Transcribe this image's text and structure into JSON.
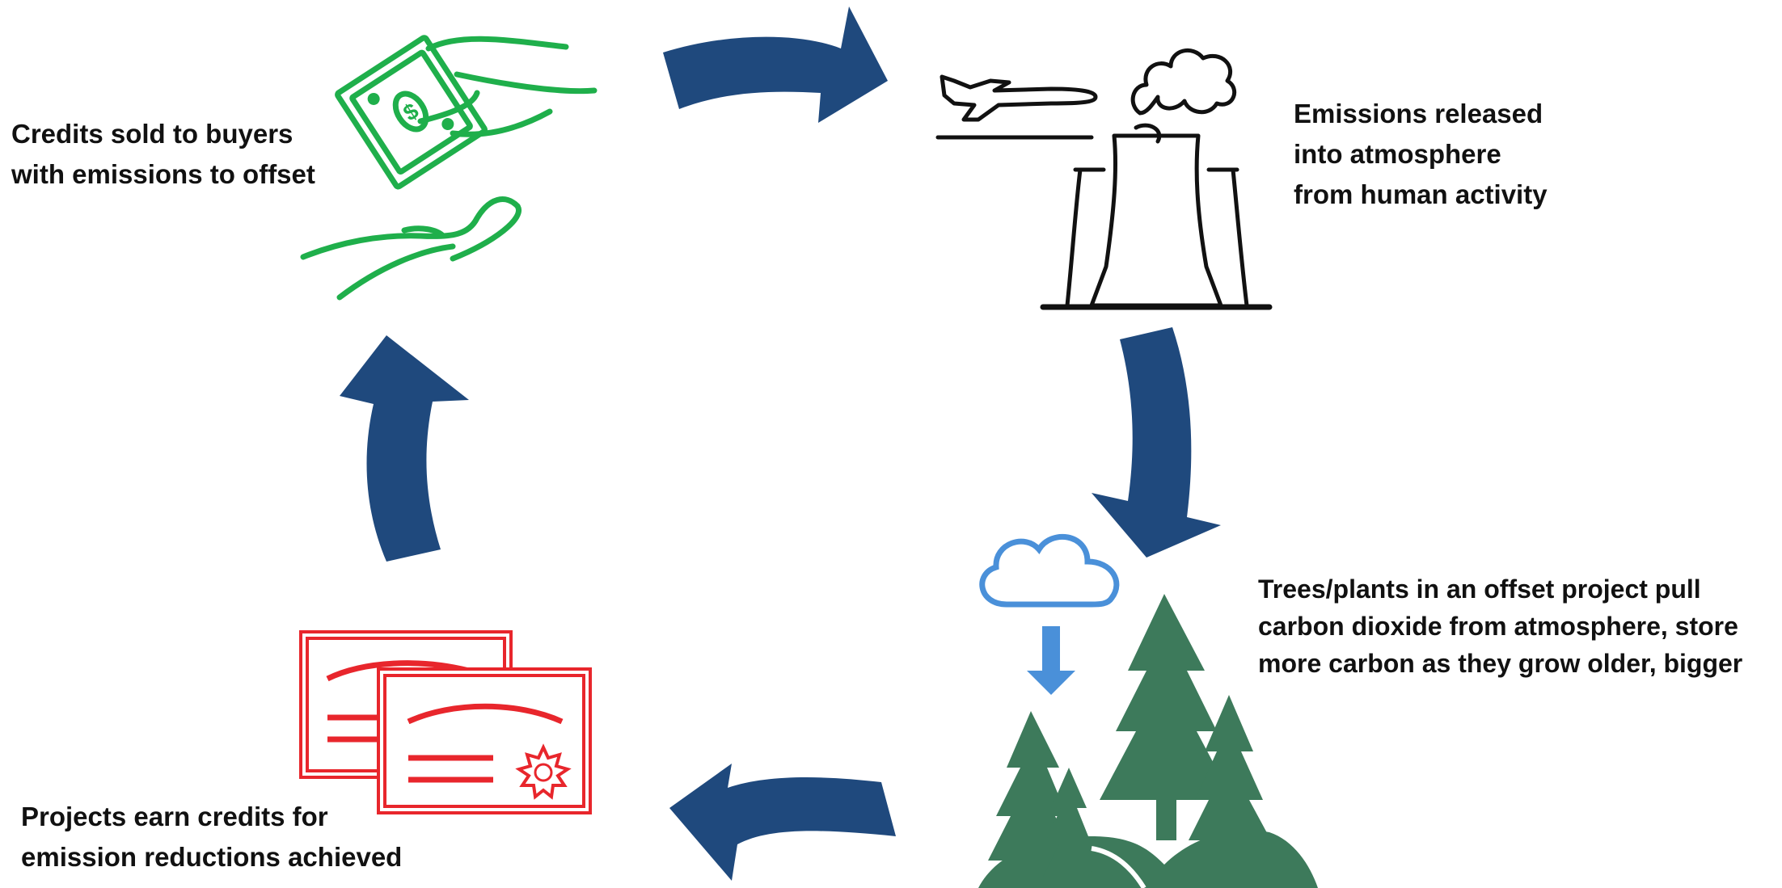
{
  "diagram": {
    "colors": {
      "arrow": "#1f497d",
      "money": "#1faf4b",
      "certificate": "#e8262c",
      "tree": "#3d7a5b",
      "cloud": "#4a90d9",
      "line": "#111111"
    },
    "steps": [
      {
        "id": "credits-sold",
        "icon": "hand-money-icon",
        "lines": [
          "Credits sold to buyers",
          "with emissions to offset"
        ]
      },
      {
        "id": "emissions",
        "icon": "airplane-power-plant-icon",
        "lines": [
          "Emissions released",
          "into atmosphere",
          "from human activity"
        ]
      },
      {
        "id": "trees",
        "icon": "trees-cloud-icon",
        "lines": [
          "Trees/plants in an offset project pull",
          "carbon dioxide from atmosphere, store",
          "more carbon as they grow older, bigger"
        ]
      },
      {
        "id": "projects",
        "icon": "certificate-icon",
        "lines": [
          "Projects earn credits for",
          "emission reductions achieved"
        ]
      }
    ]
  }
}
